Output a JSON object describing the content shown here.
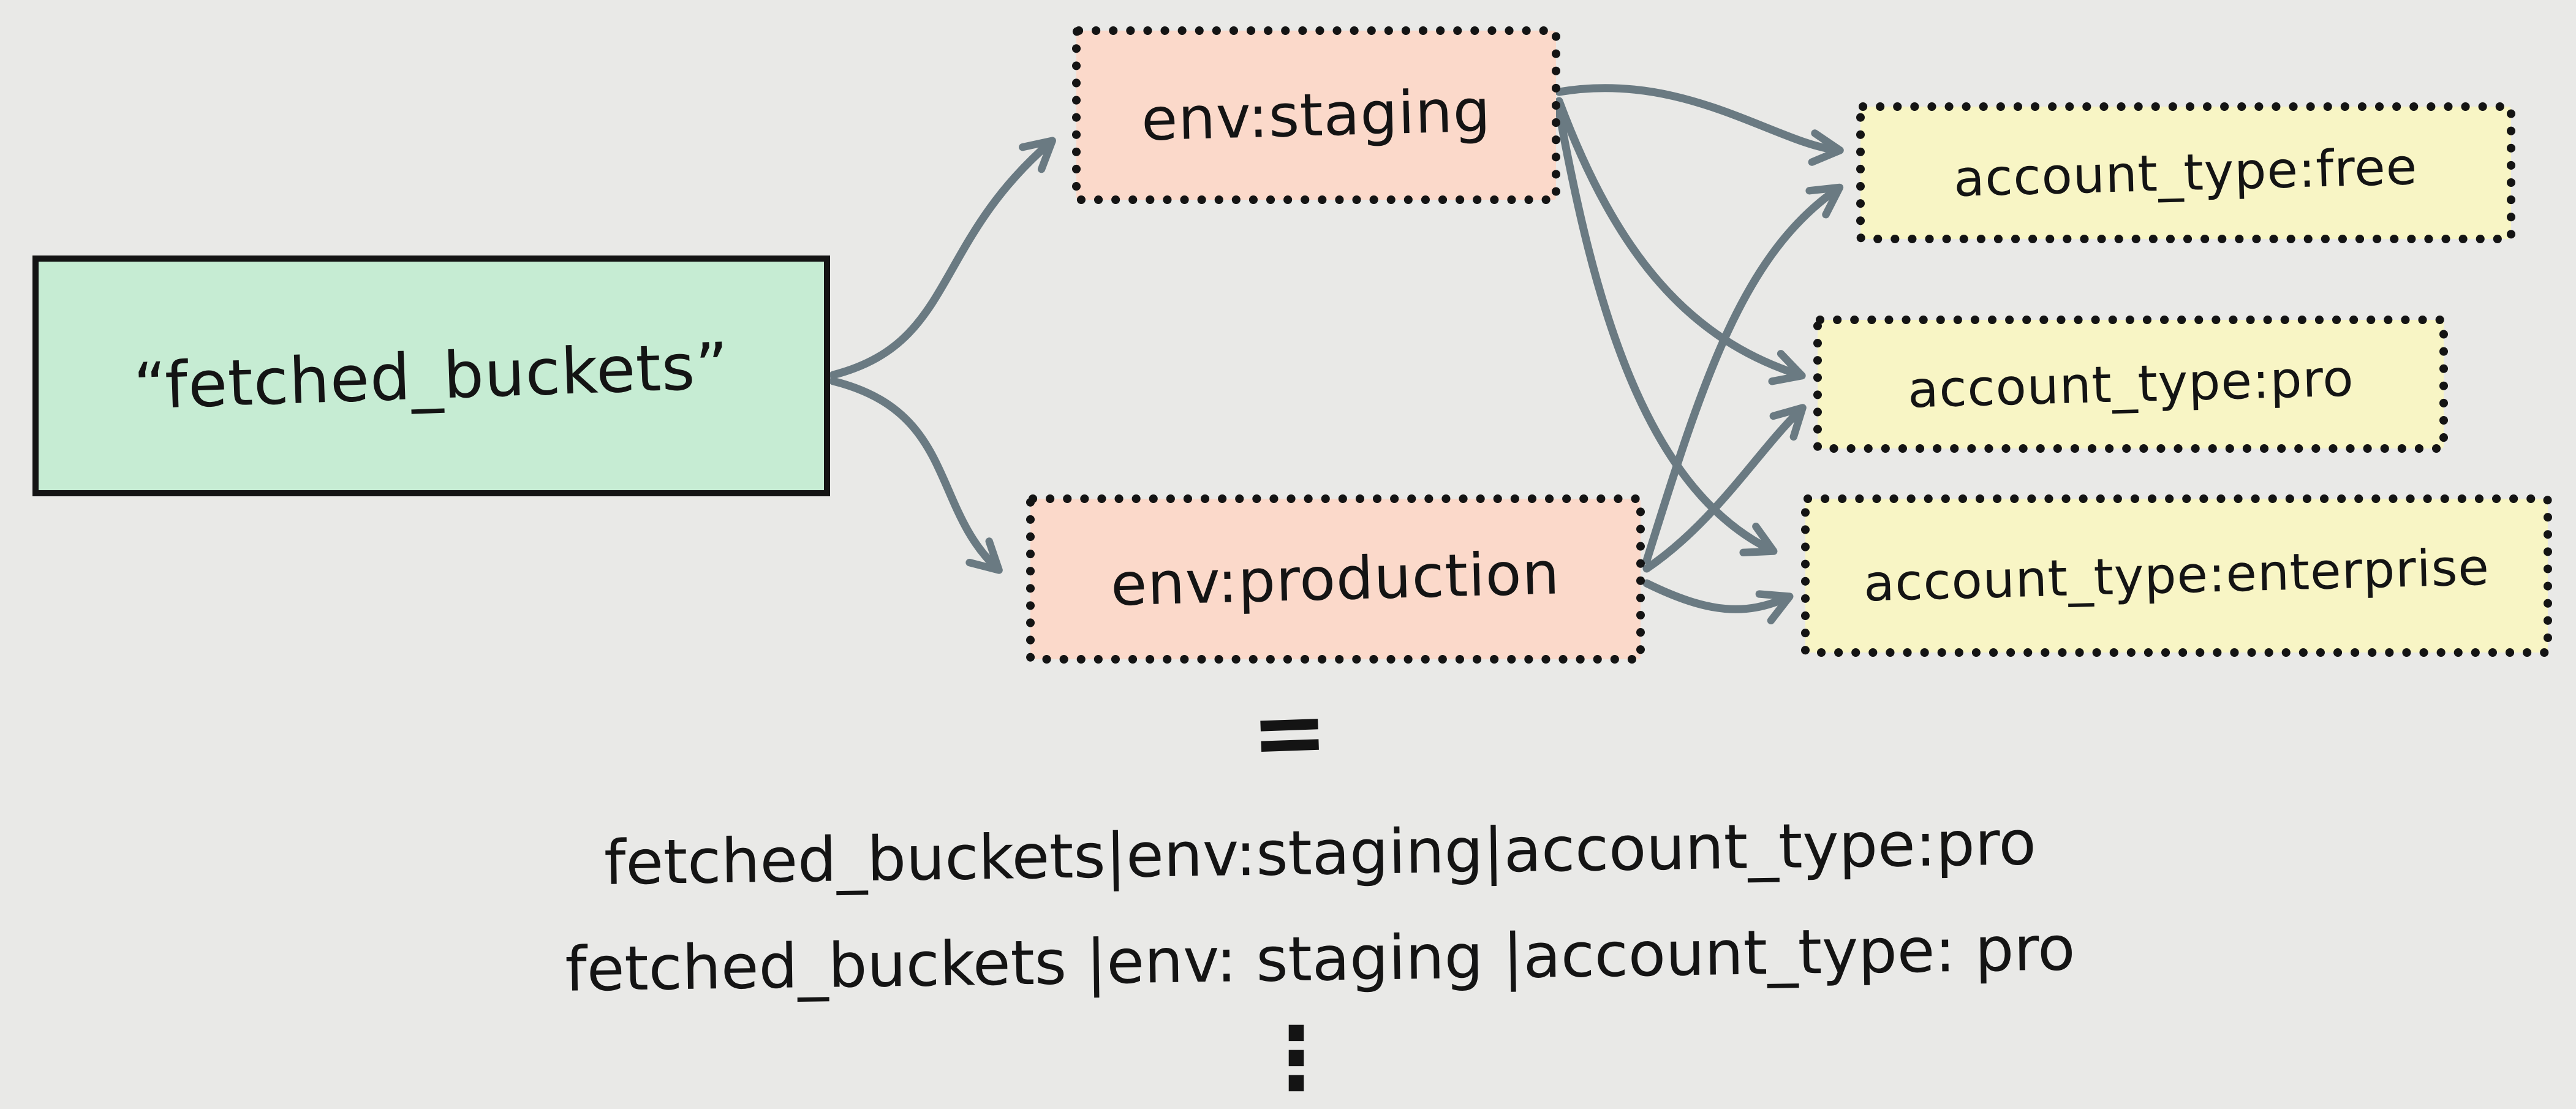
{
  "canvas": {
    "background_color": "#e9e9e7",
    "arrow_color": "#6a7a82",
    "ink_color": "#141414"
  },
  "diagram": {
    "root_node": {
      "label": "“fetched_buckets”",
      "fill": "#c6ecd3",
      "border": "solid"
    },
    "env_nodes": [
      {
        "label": "env:staging",
        "fill": "#fbd9ca",
        "border": "dotted"
      },
      {
        "label": "env:production",
        "fill": "#fbd9ca",
        "border": "dotted"
      }
    ],
    "account_nodes": [
      {
        "label": "account_type:free",
        "fill": "#f8f5c5",
        "border": "dotted"
      },
      {
        "label": "account_type:pro",
        "fill": "#f8f5c5",
        "border": "dotted"
      },
      {
        "label": "account_type:enterprise",
        "fill": "#f8f5c5",
        "border": "dotted"
      }
    ],
    "edges": [
      "root-to-staging",
      "root-to-production",
      "staging-to-free",
      "staging-to-pro",
      "staging-to-enterprise",
      "production-to-free",
      "production-to-pro",
      "production-to-enterprise"
    ],
    "equals_sign": "=",
    "result_lines": [
      "fetched_buckets|env:staging|account_type:pro",
      "fetched_buckets |env: staging |account_type: pro"
    ],
    "ellipsis": "⋮"
  }
}
